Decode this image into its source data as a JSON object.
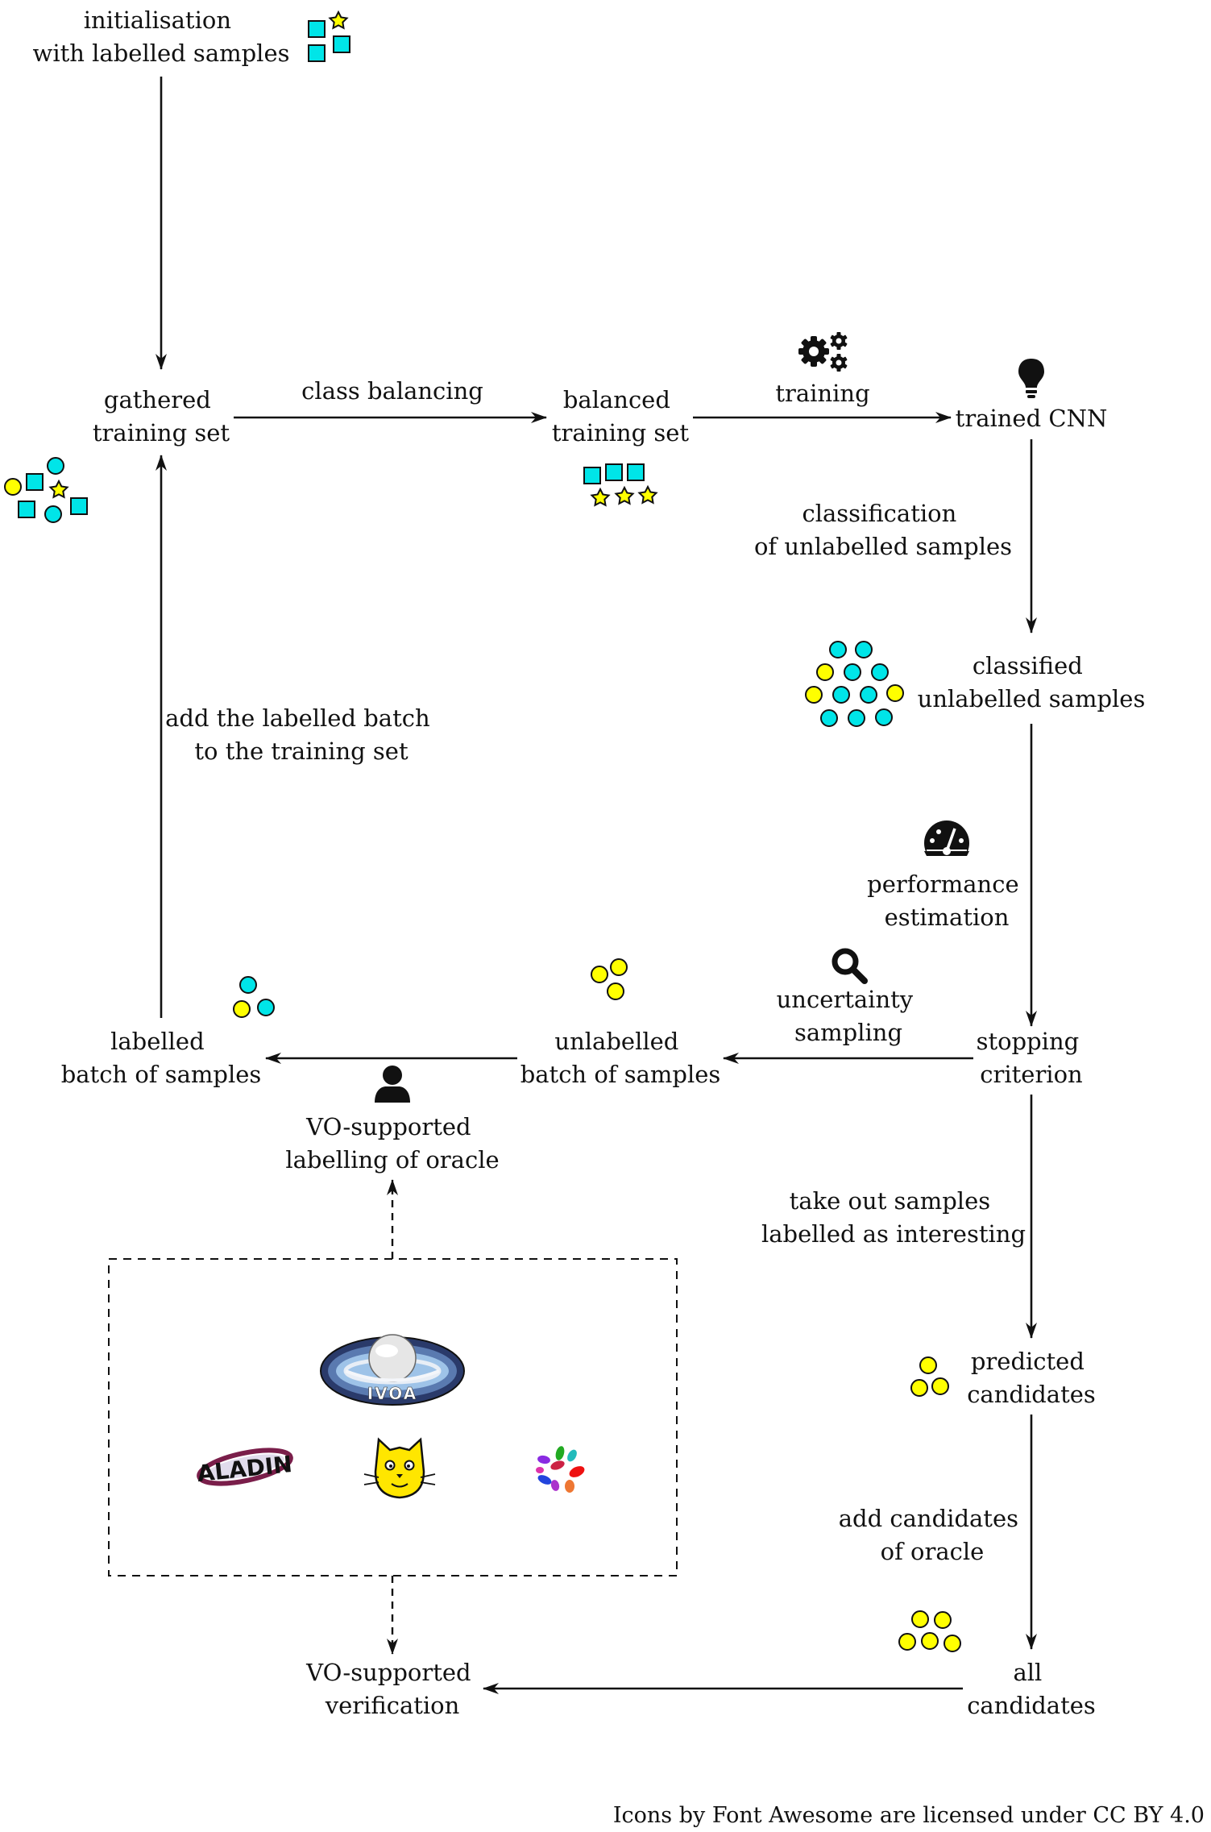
{
  "nodes": {
    "init": [
      "initialisation",
      "with labelled samples"
    ],
    "gathered": [
      "gathered",
      "training set"
    ],
    "balanced": [
      "balanced",
      "training set"
    ],
    "trained": [
      "trained CNN"
    ],
    "classified": [
      "classified",
      "unlabelled samples"
    ],
    "stopping": [
      "stopping",
      "criterion"
    ],
    "unlabelled_batch": [
      "unlabelled",
      "batch of samples"
    ],
    "labelled_batch": [
      "labelled",
      "batch of samples"
    ],
    "oracle": [
      "VO-supported",
      "labelling of oracle"
    ],
    "predicted": [
      "predicted",
      "candidates"
    ],
    "all": [
      "all",
      "candidates"
    ],
    "verification": [
      "VO-supported",
      "verification"
    ]
  },
  "edges": {
    "class_balancing": [
      "class balancing"
    ],
    "training": [
      "training"
    ],
    "classification": [
      "classification",
      "of unlabelled samples"
    ],
    "performance": [
      "performance",
      "estimation"
    ],
    "uncertainty": [
      "uncertainty",
      "sampling"
    ],
    "add_labelled": [
      "add the labelled batch",
      "to the training set"
    ],
    "take_out": [
      "take out samples",
      "labelled as interesting"
    ],
    "add_candidates": [
      "add candidates",
      "of oracle"
    ]
  },
  "logos": {
    "ivoa": "IVOA",
    "aladin": "ALADIN"
  },
  "icons": [
    "gears-icon",
    "lightbulb-icon",
    "tachometer-icon",
    "search-icon",
    "user-icon"
  ],
  "colors": {
    "cyan_sample": "#00e5e8",
    "yellow_sample": "#ffff00",
    "ink": "#111111"
  },
  "credit": "Icons by Font Awesome are licensed under CC BY 4.0"
}
